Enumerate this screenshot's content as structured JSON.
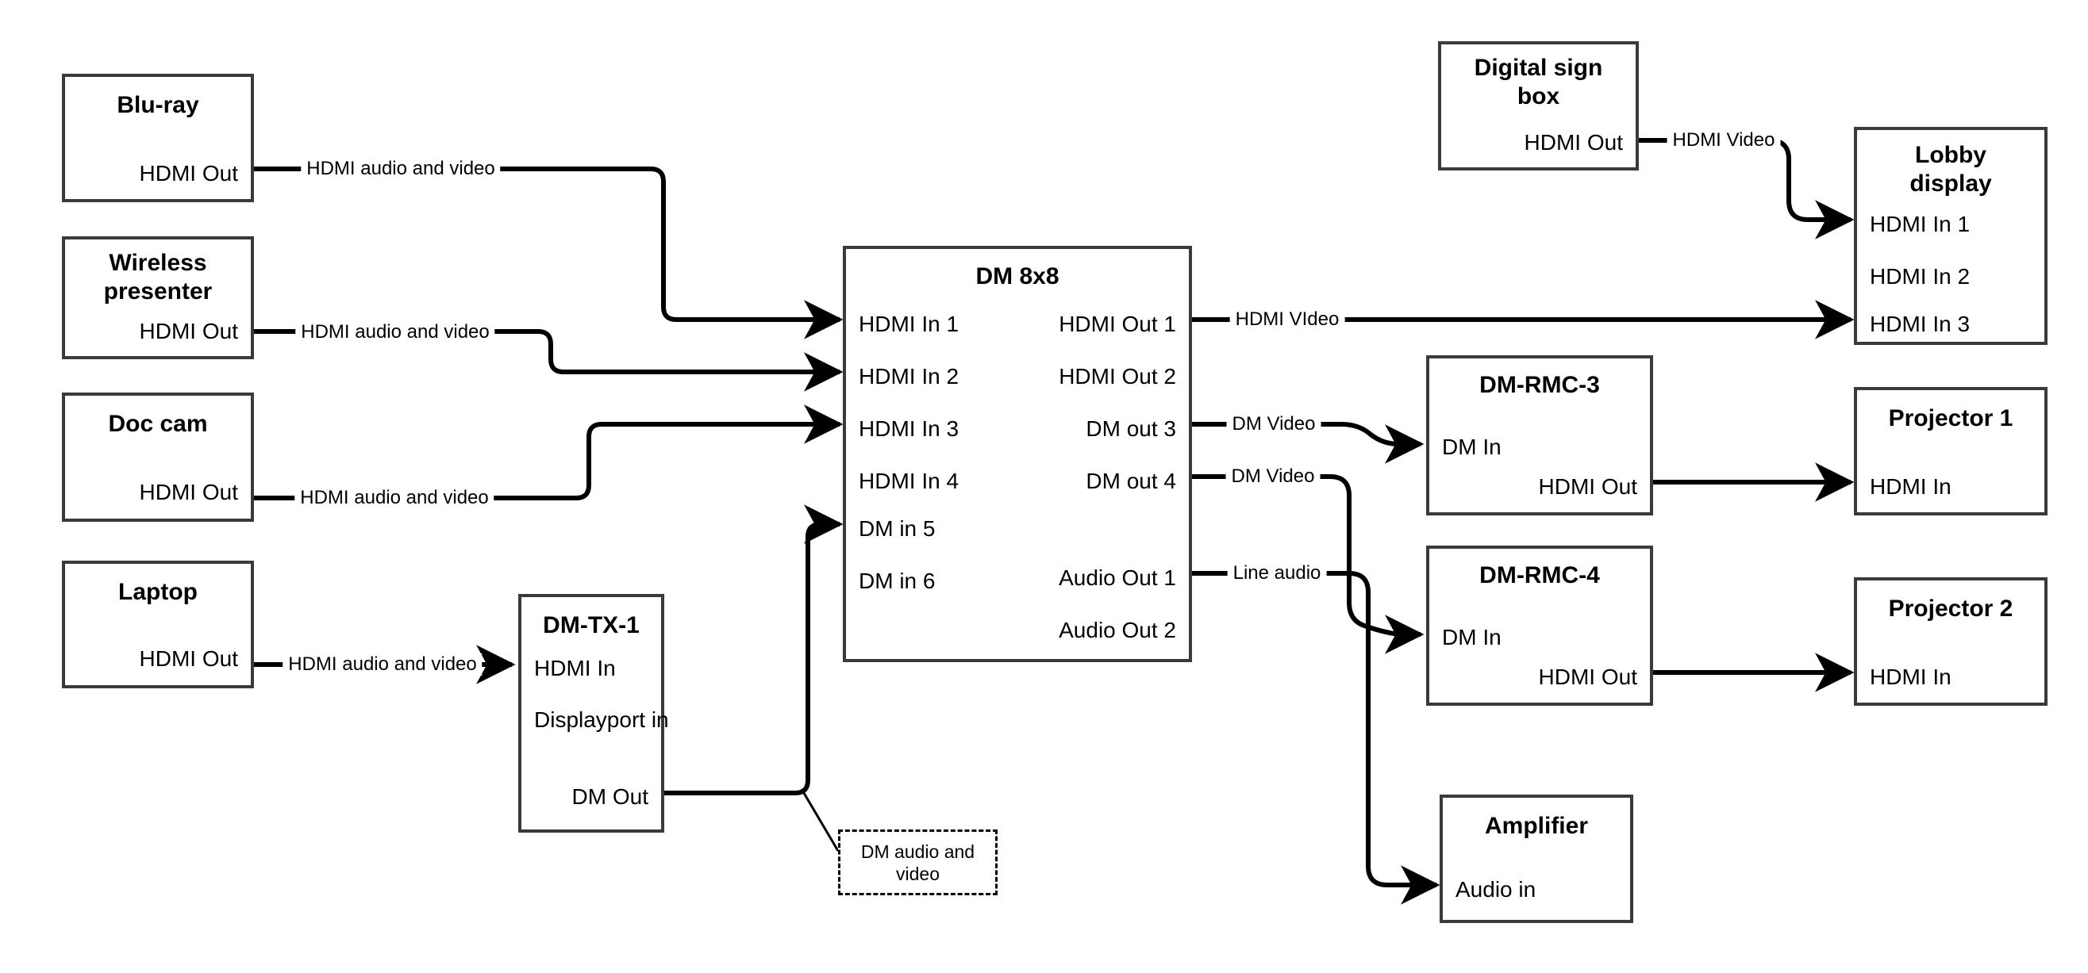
{
  "diagram": {
    "title": "AV signal routing diagram",
    "nodes": [
      {
        "id": "bluray",
        "name": "Blu-ray",
        "ports": [
          {
            "label": "HDMI Out",
            "side": "right"
          }
        ]
      },
      {
        "id": "wireless",
        "name": "Wireless presenter",
        "ports": [
          {
            "label": "HDMI Out",
            "side": "right"
          }
        ]
      },
      {
        "id": "doccam",
        "name": "Doc cam",
        "ports": [
          {
            "label": "HDMI Out",
            "side": "right"
          }
        ]
      },
      {
        "id": "laptop",
        "name": "Laptop",
        "ports": [
          {
            "label": "HDMI Out",
            "side": "right"
          }
        ]
      },
      {
        "id": "dmtx1",
        "name": "DM-TX-1",
        "ports": [
          {
            "label": "HDMI In",
            "side": "left"
          },
          {
            "label": "Displayport in",
            "side": "left"
          },
          {
            "label": "DM Out",
            "side": "right"
          }
        ]
      },
      {
        "id": "dm8x8",
        "name": "DM 8x8",
        "ports": [
          {
            "label": "HDMI In 1",
            "side": "left"
          },
          {
            "label": "HDMI In 2",
            "side": "left"
          },
          {
            "label": "HDMI In 3",
            "side": "left"
          },
          {
            "label": "HDMI In 4",
            "side": "left"
          },
          {
            "label": "DM in 5",
            "side": "left"
          },
          {
            "label": "DM in 6",
            "side": "left"
          },
          {
            "label": "HDMI Out 1",
            "side": "right"
          },
          {
            "label": "HDMI Out 2",
            "side": "right"
          },
          {
            "label": "DM out 3",
            "side": "right"
          },
          {
            "label": "DM out 4",
            "side": "right"
          },
          {
            "label": "Audio Out 1",
            "side": "right"
          },
          {
            "label": "Audio Out 2",
            "side": "right"
          }
        ]
      },
      {
        "id": "signbox",
        "name": "Digital sign box",
        "ports": [
          {
            "label": "HDMI Out",
            "side": "right"
          }
        ]
      },
      {
        "id": "lobby",
        "name": "Lobby display",
        "ports": [
          {
            "label": "HDMI In 1",
            "side": "left"
          },
          {
            "label": "HDMI In 2",
            "side": "left"
          },
          {
            "label": "HDMI In 3",
            "side": "left"
          }
        ]
      },
      {
        "id": "rmc3",
        "name": "DM-RMC-3",
        "ports": [
          {
            "label": "DM In",
            "side": "left"
          },
          {
            "label": "HDMI Out",
            "side": "right"
          }
        ]
      },
      {
        "id": "rmc4",
        "name": "DM-RMC-4",
        "ports": [
          {
            "label": "DM In",
            "side": "left"
          },
          {
            "label": "HDMI Out",
            "side": "right"
          }
        ]
      },
      {
        "id": "proj1",
        "name": "Projector 1",
        "ports": [
          {
            "label": "HDMI In",
            "side": "left"
          }
        ]
      },
      {
        "id": "proj2",
        "name": "Projector 2",
        "ports": [
          {
            "label": "HDMI In",
            "side": "left"
          }
        ]
      },
      {
        "id": "amp",
        "name": "Amplifier",
        "ports": [
          {
            "label": "Audio in",
            "side": "left"
          }
        ]
      }
    ],
    "node_labels": {
      "bluray": "Blu-ray",
      "wireless_line1": "Wireless",
      "wireless_line2": "presenter",
      "doccam": "Doc cam",
      "laptop": "Laptop",
      "dmtx1": "DM-TX-1",
      "dm8x8": "DM 8x8",
      "signbox_line1": "Digital sign",
      "signbox_line2": "box",
      "lobby_line1": "Lobby",
      "lobby_line2": "display",
      "rmc3": "DM-RMC-3",
      "rmc4": "DM-RMC-4",
      "proj1": "Projector 1",
      "proj2": "Projector 2",
      "amp": "Amplifier"
    },
    "port_labels": {
      "hdmi_out": "HDMI Out",
      "hdmi_in": "HDMI In",
      "displayport_in": "Displayport in",
      "dm_out": "DM Out",
      "dm_in": "DM In",
      "audio_in": "Audio in",
      "hdmi_in_1": "HDMI In 1",
      "hdmi_in_2": "HDMI In 2",
      "hdmi_in_3": "HDMI In 3",
      "hdmi_in_4": "HDMI In 4",
      "dm_in_5": "DM in 5",
      "dm_in_6": "DM in 6",
      "hdmi_out_1": "HDMI Out 1",
      "hdmi_out_2": "HDMI Out 2",
      "dm_out_3": "DM out 3",
      "dm_out_4": "DM out 4",
      "audio_out_1": "Audio Out 1",
      "audio_out_2": "Audio Out 2"
    },
    "edges": [
      {
        "id": "e1",
        "from": "bluray.HDMI Out",
        "to": "dm8x8.HDMI In 1",
        "label": "HDMI audio and video"
      },
      {
        "id": "e2",
        "from": "wireless.HDMI Out",
        "to": "dm8x8.HDMI In 2",
        "label": "HDMI audio and video"
      },
      {
        "id": "e3",
        "from": "doccam.HDMI Out",
        "to": "dm8x8.HDMI In 3",
        "label": "HDMI audio and video"
      },
      {
        "id": "e4",
        "from": "laptop.HDMI Out",
        "to": "dmtx1.HDMI In",
        "label": "HDMI audio and video"
      },
      {
        "id": "e5",
        "from": "dmtx1.DM Out",
        "to": "dm8x8.DM in 5",
        "label": "DM audio and video"
      },
      {
        "id": "e6",
        "from": "dm8x8.HDMI Out 1",
        "to": "lobby.HDMI In 3",
        "label": "HDMI VIdeo"
      },
      {
        "id": "e7",
        "from": "dm8x8.DM out 3",
        "to": "rmc3.DM In",
        "label": "DM Video"
      },
      {
        "id": "e8",
        "from": "dm8x8.DM out 4",
        "to": "rmc4.DM In",
        "label": "DM Video"
      },
      {
        "id": "e9",
        "from": "dm8x8.Audio Out 1",
        "to": "amp.Audio in",
        "label": "Line audio"
      },
      {
        "id": "e10",
        "from": "signbox.HDMI Out",
        "to": "lobby.HDMI In 1",
        "label": "HDMI Video"
      },
      {
        "id": "e11",
        "from": "rmc3.HDMI Out",
        "to": "proj1.HDMI In",
        "label": ""
      },
      {
        "id": "e12",
        "from": "rmc4.HDMI Out",
        "to": "proj2.HDMI In",
        "label": ""
      }
    ],
    "edge_labels": {
      "hdmi_av": "HDMI audio and video",
      "hdmi_video_caps": "HDMI VIdeo",
      "hdmi_video": "HDMI Video",
      "dm_video": "DM Video",
      "line_audio": "Line audio"
    },
    "callout": {
      "line1": "DM audio and",
      "line2": "video",
      "text": "DM audio and video"
    },
    "colors": {
      "stroke": "#000000",
      "box_border": "#3a3a3a",
      "background": "#ffffff"
    }
  }
}
